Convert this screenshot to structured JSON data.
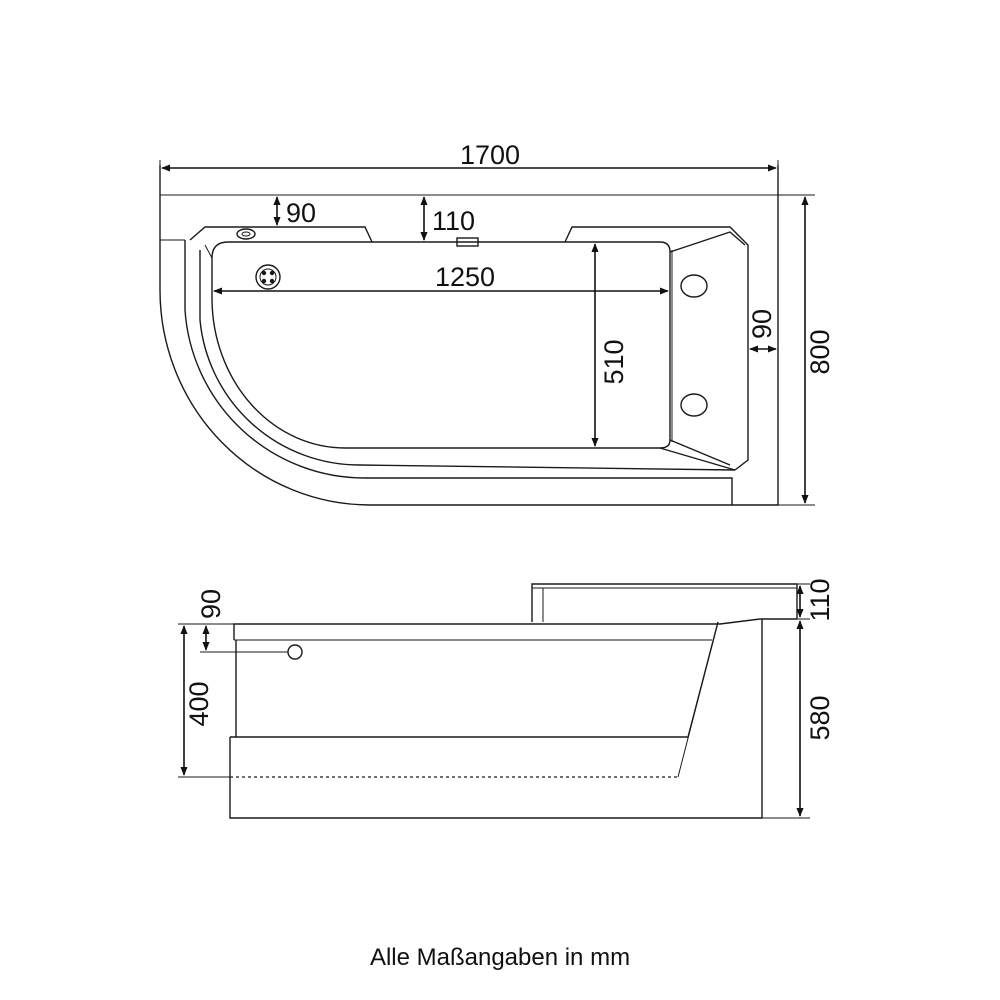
{
  "top_view": {
    "width_total": "1700",
    "depth_total": "800",
    "rim_left_top": "90",
    "rim_top": "110",
    "rim_right": "90",
    "inner_length": "1250",
    "inner_width": "510"
  },
  "side_view": {
    "rim_thickness": "90",
    "inner_depth": "400",
    "headrest_height": "110",
    "total_height": "580"
  },
  "footer": "Alle Maßangaben in mm"
}
